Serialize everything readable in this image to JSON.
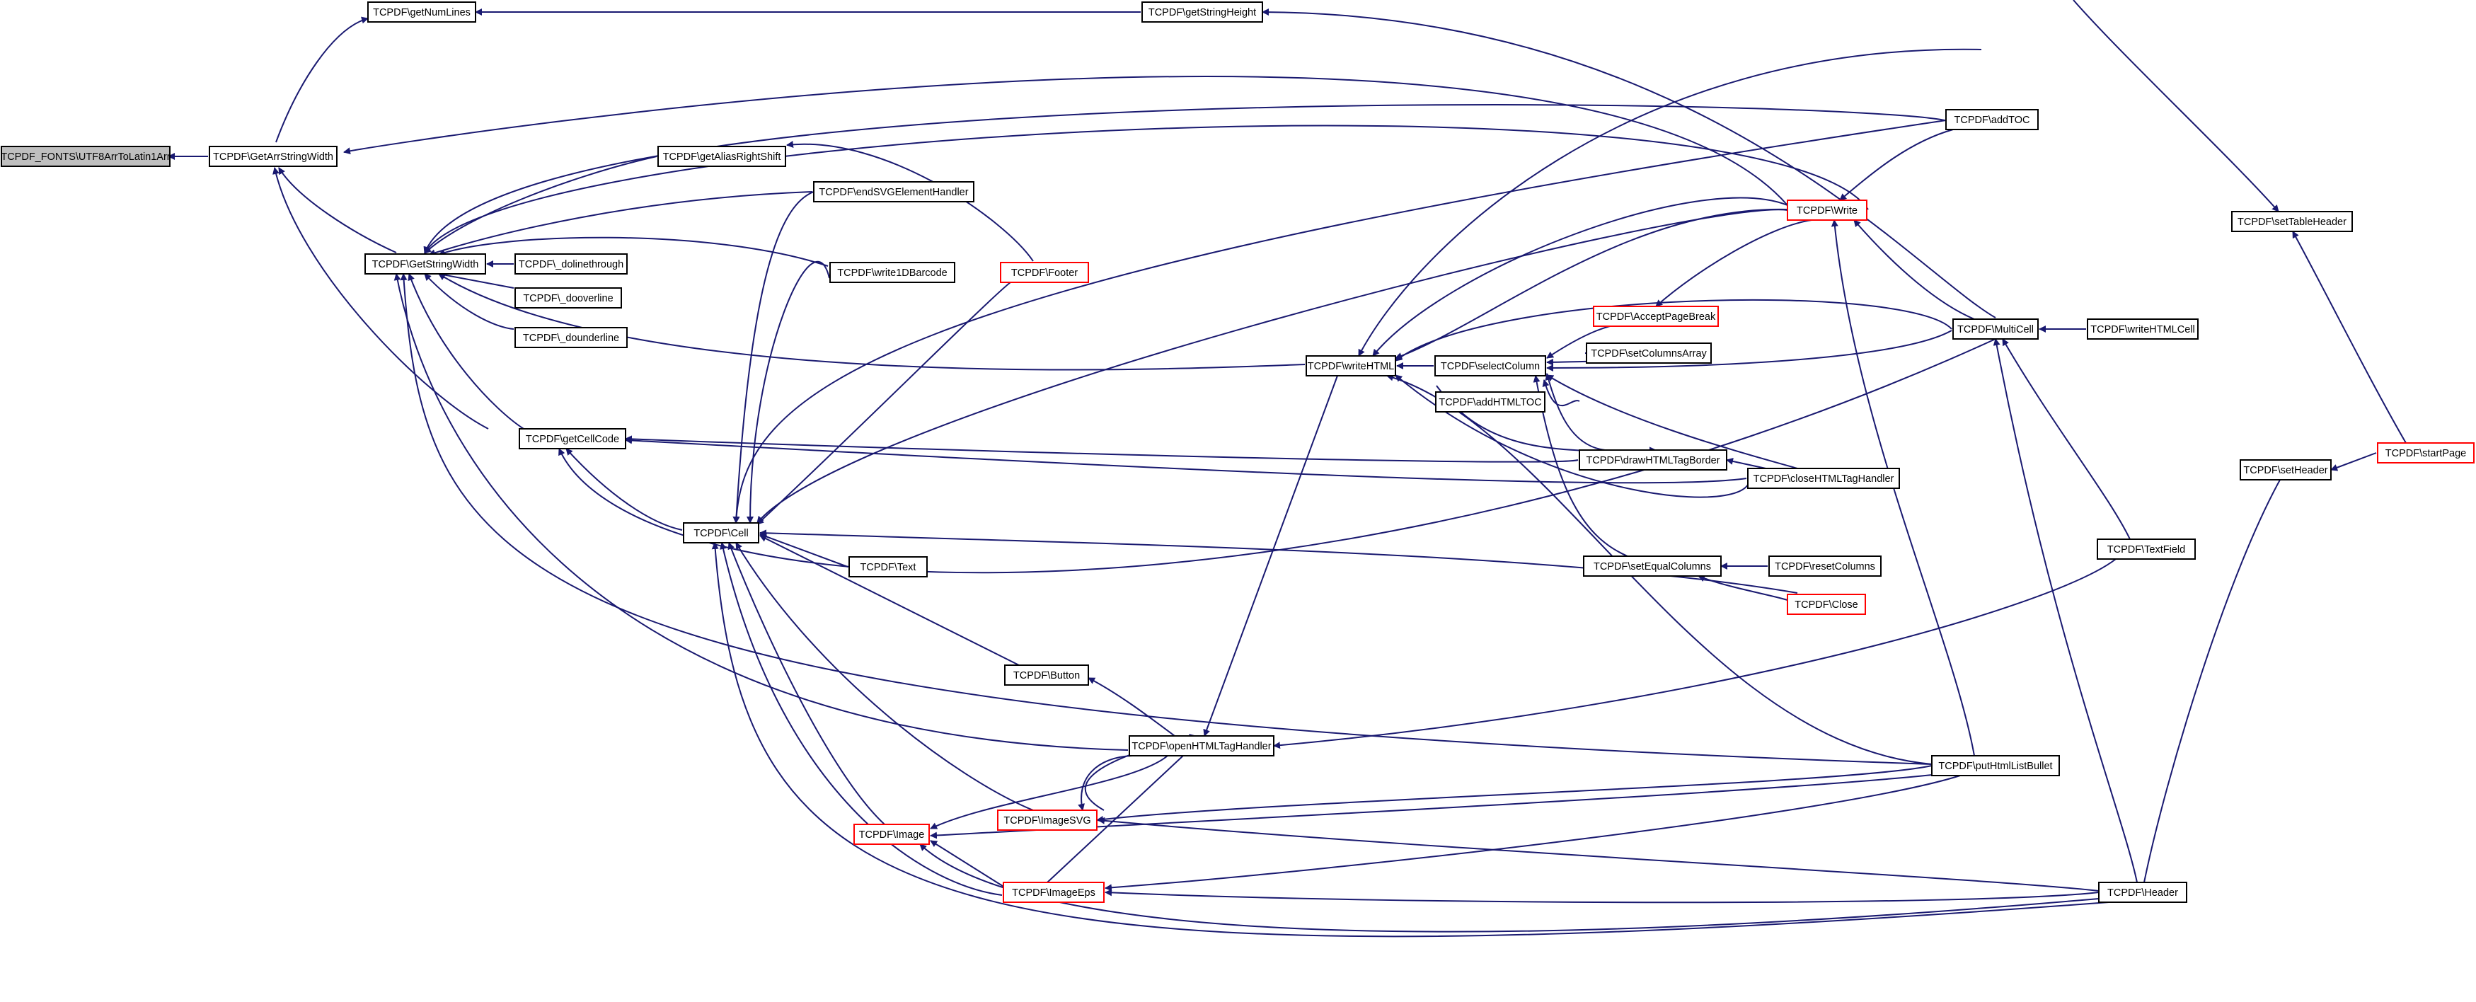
{
  "diagram": {
    "arrow_color": "#191970",
    "root_fill": "#bfbfbf",
    "truncated_border": "#ff0000",
    "nodes": [
      {
        "id": "utf8",
        "label": "TCPDF_FONTS\\UTF8ArrToLatin1Arr",
        "root": true
      },
      {
        "id": "getarr",
        "label": "TCPDF\\GetArrStringWidth"
      },
      {
        "id": "getnumlines",
        "label": "TCPDF\\getNumLines"
      },
      {
        "id": "getstrheight",
        "label": "TCPDF\\getStringHeight"
      },
      {
        "id": "getstrwidth",
        "label": "TCPDF\\GetStringWidth"
      },
      {
        "id": "getalias",
        "label": "TCPDF\\getAliasRightShift"
      },
      {
        "id": "endsvg",
        "label": "TCPDF\\endSVGElementHandler"
      },
      {
        "id": "dolinethrough",
        "label": "TCPDF\\_dolinethrough"
      },
      {
        "id": "write1d",
        "label": "TCPDF\\write1DBarcode"
      },
      {
        "id": "dooverline",
        "label": "TCPDF\\_dooverline"
      },
      {
        "id": "dounderline",
        "label": "TCPDF\\_dounderline"
      },
      {
        "id": "getcellcode",
        "label": "TCPDF\\getCellCode"
      },
      {
        "id": "cell",
        "label": "TCPDF\\Cell"
      },
      {
        "id": "text",
        "label": "TCPDF\\Text"
      },
      {
        "id": "button",
        "label": "TCPDF\\Button"
      },
      {
        "id": "openhtml",
        "label": "TCPDF\\openHTMLTagHandler"
      },
      {
        "id": "image",
        "label": "TCPDF\\Image",
        "truncated": true
      },
      {
        "id": "imagesvg",
        "label": "TCPDF\\ImageSVG",
        "truncated": true
      },
      {
        "id": "imageeps",
        "label": "TCPDF\\ImageEps",
        "truncated": true
      },
      {
        "id": "footer",
        "label": "TCPDF\\Footer",
        "truncated": true
      },
      {
        "id": "writehtml",
        "label": "TCPDF\\writeHTML"
      },
      {
        "id": "selectcolumn",
        "label": "TCPDF\\selectColumn"
      },
      {
        "id": "addhtmltoc",
        "label": "TCPDF\\addHTMLTOC"
      },
      {
        "id": "acceptpb",
        "label": "TCPDF\\AcceptPageBreak",
        "truncated": true
      },
      {
        "id": "setcolarr",
        "label": "TCPDF\\setColumnsArray"
      },
      {
        "id": "drawborder",
        "label": "TCPDF\\drawHTMLTagBorder"
      },
      {
        "id": "closehtml",
        "label": "TCPDF\\closeHTMLTagHandler"
      },
      {
        "id": "setequal",
        "label": "TCPDF\\setEqualColumns"
      },
      {
        "id": "resetcol",
        "label": "TCPDF\\resetColumns"
      },
      {
        "id": "close",
        "label": "TCPDF\\Close",
        "truncated": true
      },
      {
        "id": "write",
        "label": "TCPDF\\Write",
        "truncated": true
      },
      {
        "id": "addtoc",
        "label": "TCPDF\\addTOC"
      },
      {
        "id": "multicell",
        "label": "TCPDF\\MultiCell"
      },
      {
        "id": "writehtmlcell",
        "label": "TCPDF\\writeHTMLCell"
      },
      {
        "id": "textfield",
        "label": "TCPDF\\TextField"
      },
      {
        "id": "puthtmlbullet",
        "label": "TCPDF\\putHtmlListBullet"
      },
      {
        "id": "header",
        "label": "TCPDF\\Header"
      },
      {
        "id": "settableheader",
        "label": "TCPDF\\setTableHeader"
      },
      {
        "id": "setheader",
        "label": "TCPDF\\setHeader"
      },
      {
        "id": "startpage",
        "label": "TCPDF\\startPage",
        "truncated": true
      }
    ]
  }
}
